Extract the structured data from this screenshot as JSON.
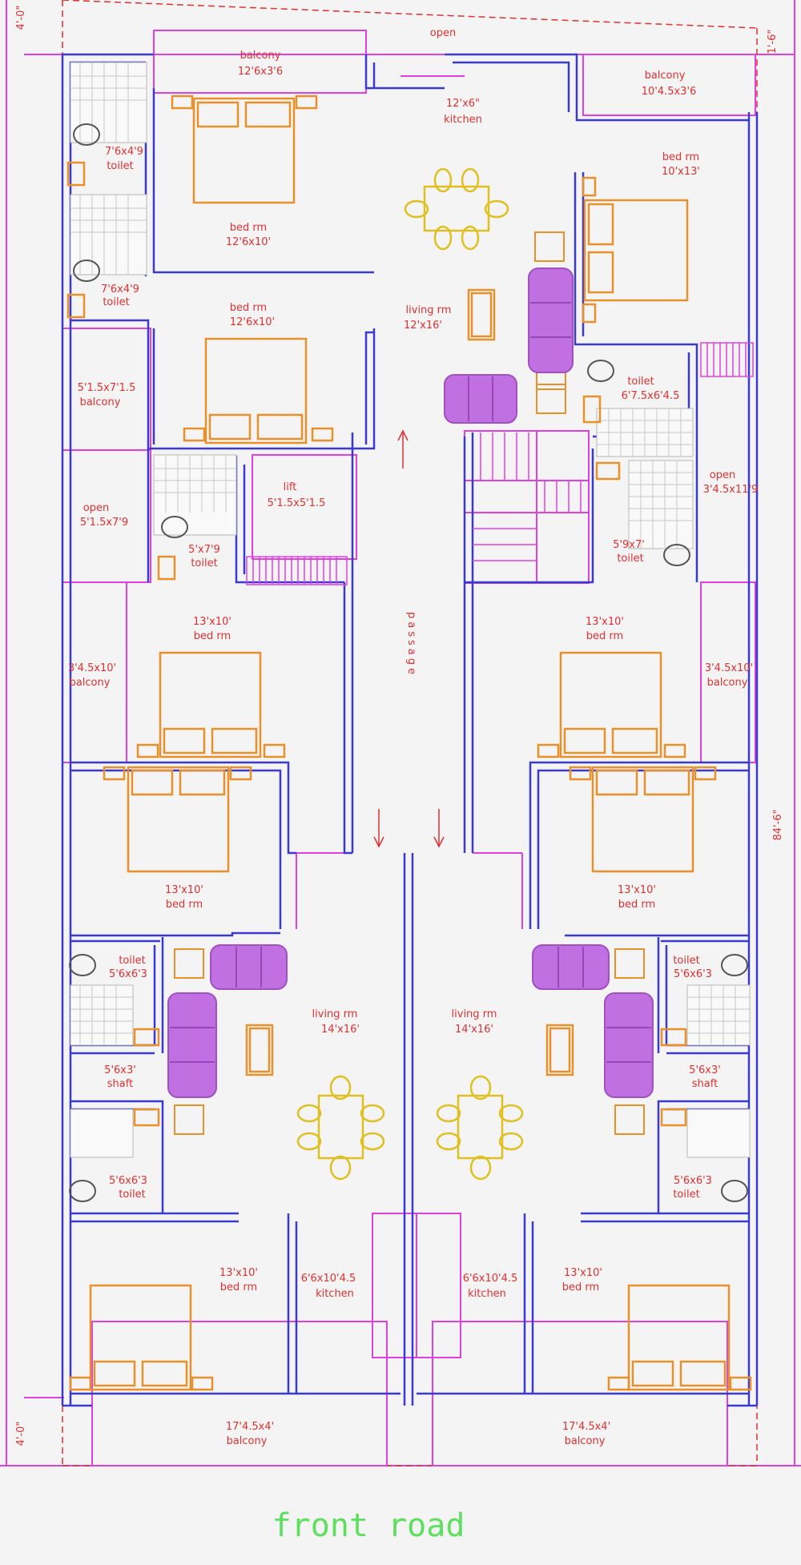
{
  "dimensions": {
    "top_setback": "4'-0\"",
    "right_offset": "1'-6\"",
    "overall_length": "84'-6\"",
    "bottom_setback": "4'-0\""
  },
  "open_top": "open",
  "rooms": {
    "balcony_top_left": {
      "name": "balcony",
      "size": "12'6x3'6"
    },
    "kitchen_top": {
      "size": "12'x6\"",
      "name": "kitchen"
    },
    "balcony_top_right": {
      "name": "balcony",
      "size": "10'4.5x3'6"
    },
    "toilet_1": {
      "size": "7'6x4'9",
      "name": "toilet"
    },
    "bed_tl": {
      "name": "bed rm",
      "size": "12'6x10'"
    },
    "toilet_2": {
      "size": "7'6x4'9",
      "name": "toilet"
    },
    "bed_tr": {
      "name": "bed rm",
      "size": "10'x13'"
    },
    "bed_ml": {
      "name": "bed rm",
      "size": "12'6x10'"
    },
    "living_top": {
      "name": "living rm",
      "size": "12'x16'"
    },
    "balcony_small": {
      "size": "5'1.5x7'1.5",
      "name": "balcony"
    },
    "toilet_tr": {
      "name": "toilet",
      "size": "6'7.5x6'4.5"
    },
    "open_left": {
      "name": "open",
      "size": "5'1.5x7'9"
    },
    "lift": {
      "name": "lift",
      "size": "5'1.5x5'1.5"
    },
    "open_right": {
      "name": "open",
      "size": "3'4.5x11'9"
    },
    "toilet_3": {
      "size": "5'x7'9",
      "name": "toilet"
    },
    "toilet_4": {
      "size": "5'9x7'",
      "name": "toilet"
    },
    "passage": {
      "name": "passage"
    },
    "bed_l1": {
      "size": "13'x10'",
      "name": "bed rm"
    },
    "bed_r1": {
      "size": "13'x10'",
      "name": "bed rm"
    },
    "balcony_l": {
      "size": "3'4.5x10'",
      "name": "balcony"
    },
    "balcony_r": {
      "size": "3'4.5x10'",
      "name": "balcony"
    },
    "bed_l2": {
      "size": "13'x10'",
      "name": "bed rm"
    },
    "bed_r2": {
      "size": "13'x10'",
      "name": "bed rm"
    },
    "toilet_l1": {
      "name": "toilet",
      "size": "5'6x6'3"
    },
    "toilet_r1": {
      "name": "toilet",
      "size": "5'6x6'3"
    },
    "living_l": {
      "name": "living rm",
      "size": "14'x16'"
    },
    "living_r": {
      "name": "living rm",
      "size": "14'x16'"
    },
    "shaft_l": {
      "size": "5'6x3'",
      "name": "shaft"
    },
    "shaft_r": {
      "size": "5'6x3'",
      "name": "shaft"
    },
    "toilet_l2": {
      "size": "5'6x6'3",
      "name": "toilet"
    },
    "toilet_r2": {
      "size": "5'6x6'3",
      "name": "toilet"
    },
    "bed_l3": {
      "size": "13'x10'",
      "name": "bed rm"
    },
    "bed_r3": {
      "size": "13'x10'",
      "name": "bed rm"
    },
    "kitchen_l": {
      "size": "6'6x10'4.5",
      "name": "kitchen"
    },
    "kitchen_r": {
      "size": "6'6x10'4.5",
      "name": "kitchen"
    },
    "balcony_bl": {
      "size": "17'4.5x4'",
      "name": "balcony"
    },
    "balcony_br": {
      "size": "17'4.5x4'",
      "name": "balcony"
    }
  },
  "road_label": "front road",
  "colors": {
    "wall": "#3a3ad0",
    "outline": "#e040e0",
    "furniture": "#e8902a",
    "sofa": "#c070e0",
    "table": "#e0c020",
    "text": "#e03030",
    "road": "#5ee05e"
  }
}
